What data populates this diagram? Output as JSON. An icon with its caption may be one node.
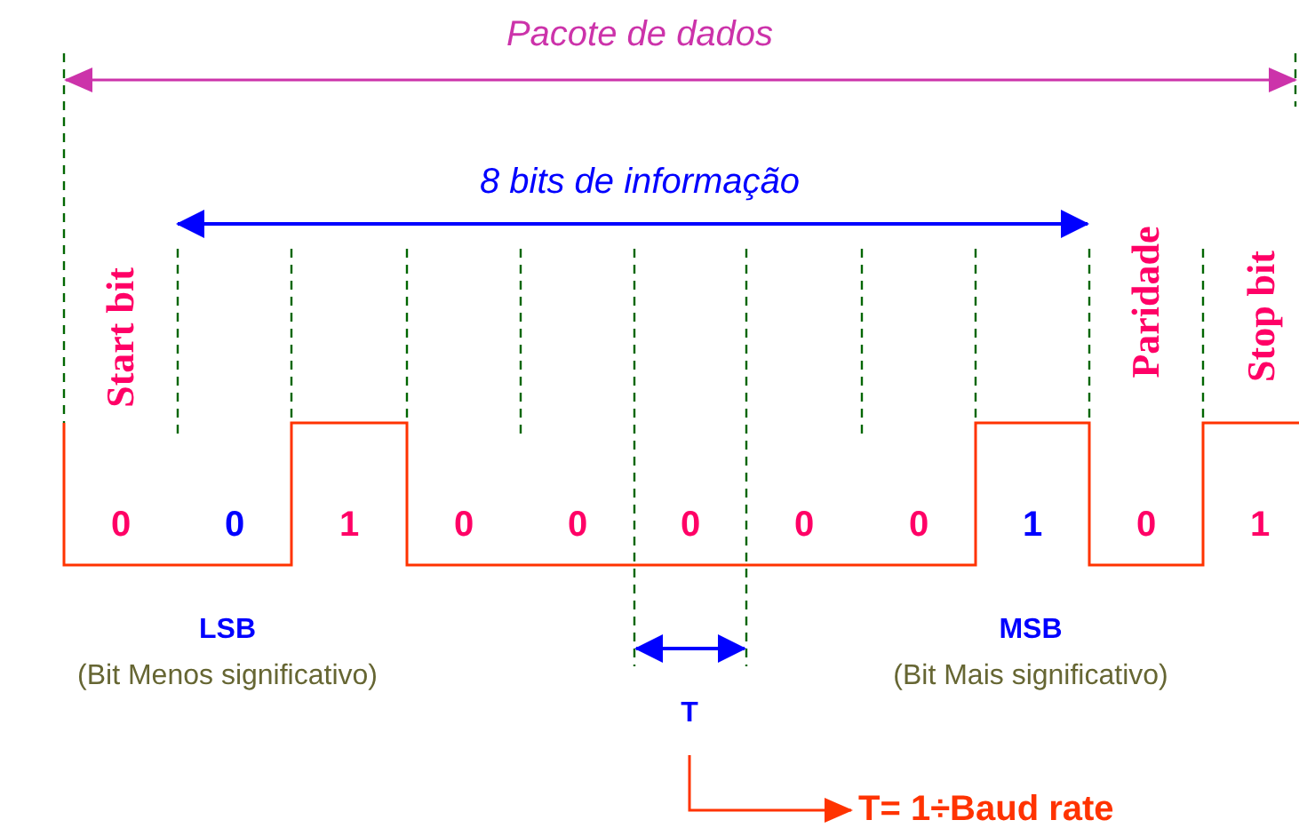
{
  "diagram": {
    "nodes": [
      {
        "text": [
          "T"
        ]
      },
      {
        "text": [
          "T= 1÷Baud rate"
        ]
      }
    ],
    "edges": [
      {
        "from": 0,
        "to": 1,
        "arrow": "to"
      }
    ],
    "labels": [
      "Pacote de dados",
      "8 bits de informação",
      "Start bit",
      "Paridade",
      "Stop bit",
      "0",
      "0",
      "1",
      "0",
      "0",
      "0",
      "0",
      "0",
      "1",
      "0",
      "1",
      "LSB",
      "(Bit Menos significativo)",
      "MSB",
      "(Bit Mais significativo)"
    ]
  }
}
